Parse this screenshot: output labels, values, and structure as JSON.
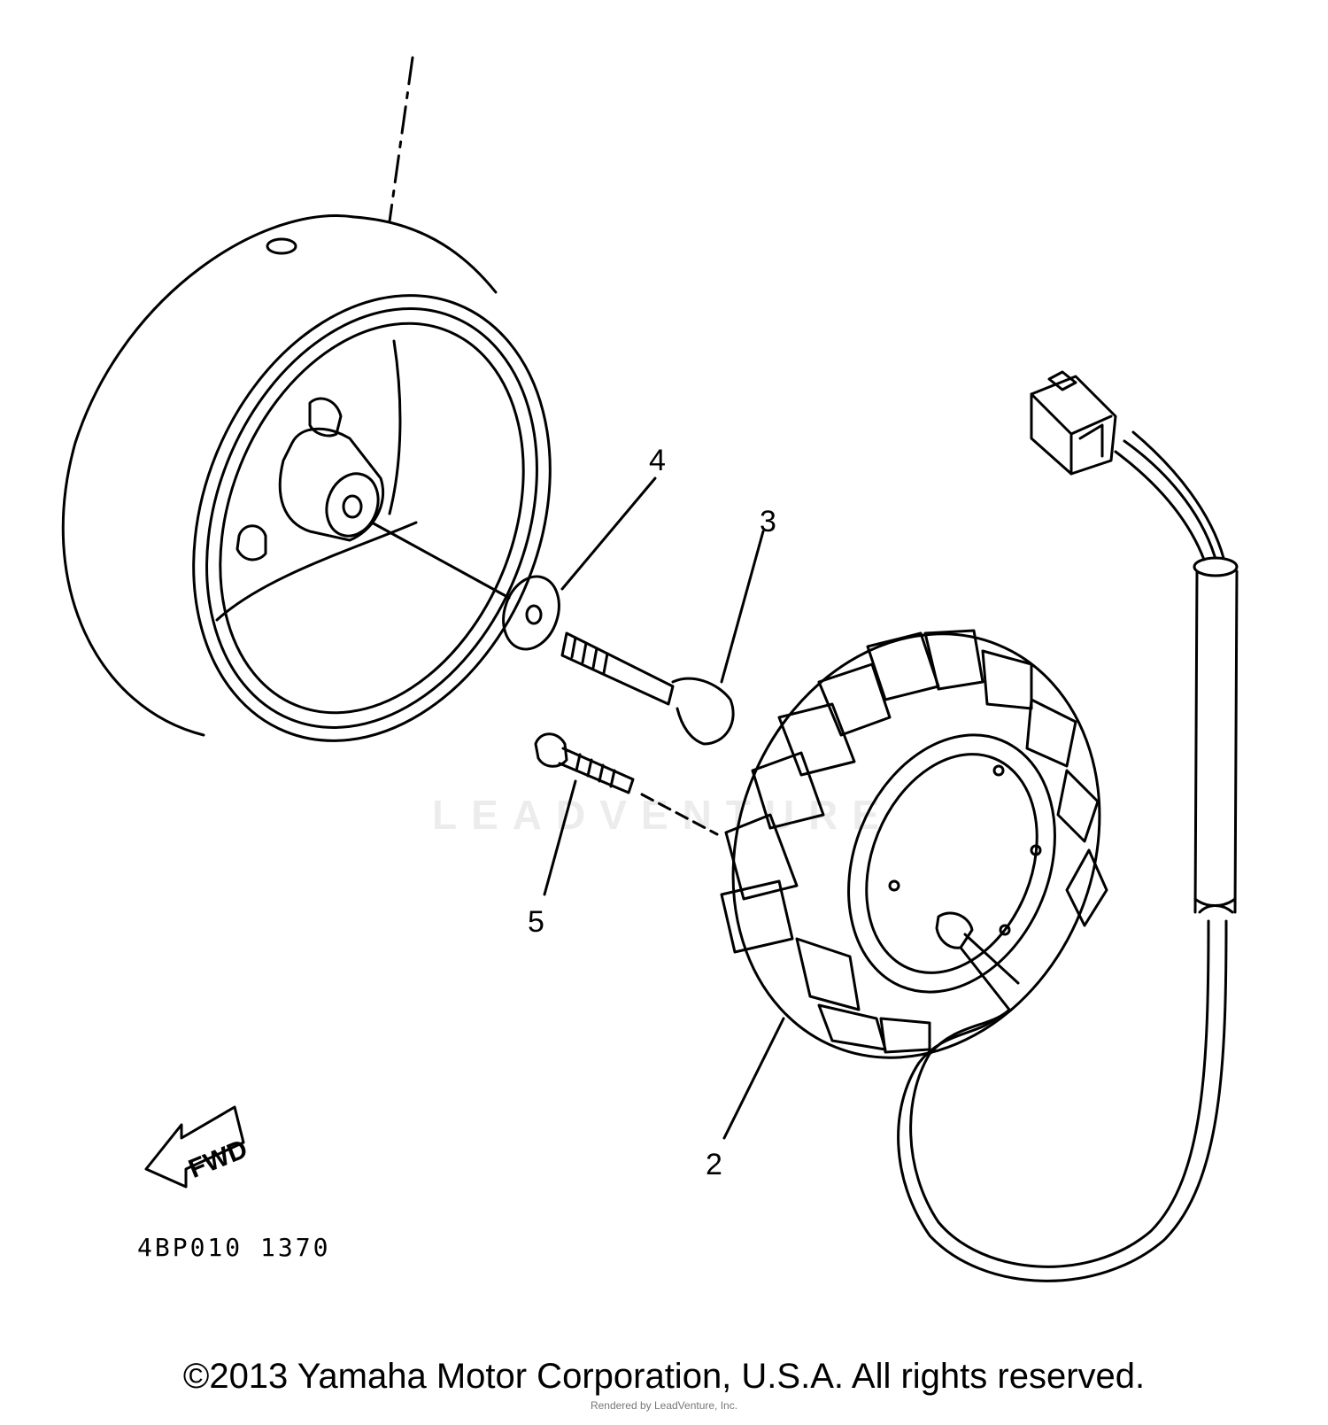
{
  "diagram": {
    "callouts": [
      {
        "id": "4",
        "label": "4"
      },
      {
        "id": "3",
        "label": "3"
      },
      {
        "id": "5",
        "label": "5"
      },
      {
        "id": "2",
        "label": "2"
      }
    ],
    "fwd_label": "FWD",
    "part_code": "4BP010 1370",
    "watermark": "LEADVENTURE",
    "watermark_subtext": "Rendered by LeadVenture, Inc.",
    "copyright": "©2013 Yamaha Motor Corporation, U.S.A. All rights reserved."
  },
  "colors": {
    "line": "#000000",
    "background": "#ffffff",
    "watermark": "#ececec"
  }
}
